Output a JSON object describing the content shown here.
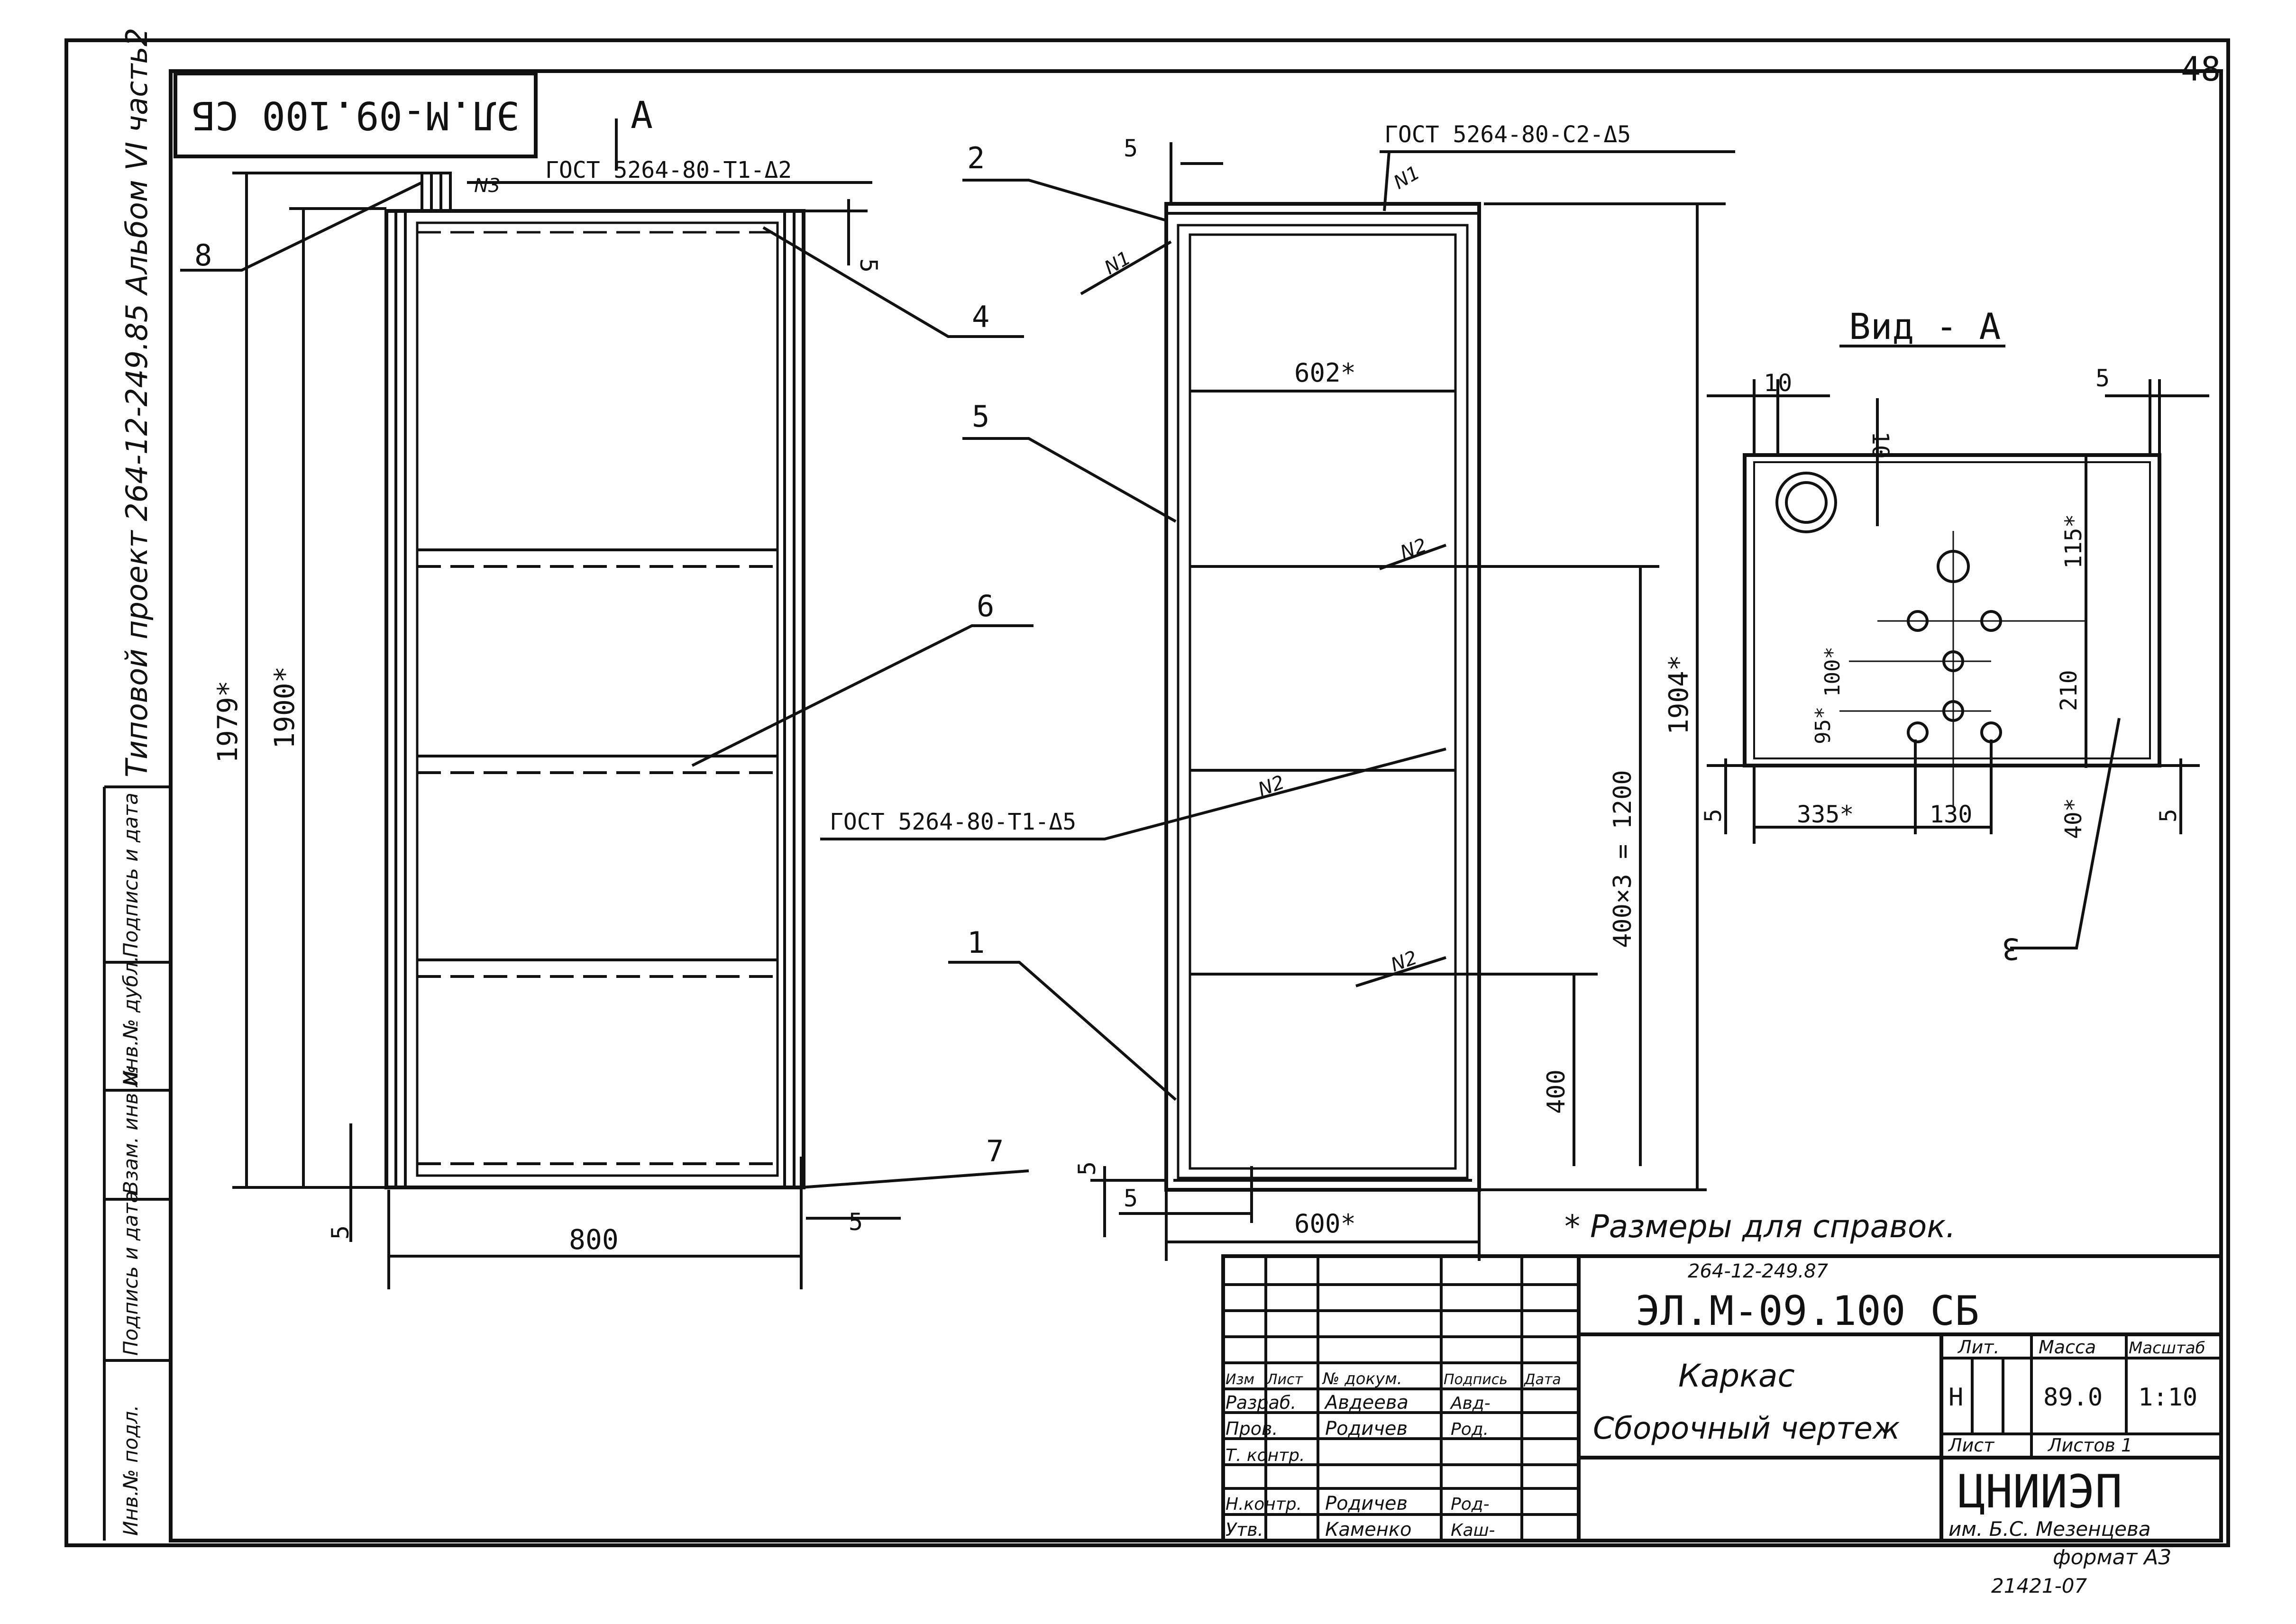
{
  "sheet_number": "48",
  "format": "формат А3",
  "stamp_bottom": "21421-07",
  "note": "* Размеры для справок.",
  "side_strip": {
    "project": "Типовой проект 264-12-249.85  Альбом VI часть2",
    "fields": [
      "Подпись и дата",
      "Инв.№ дубл.",
      "Взам. инв.№",
      "Подпись и дата",
      "Инв.№ подл."
    ]
  },
  "corner_code": "ЭЛ.М-09.100 СБ",
  "front_view": {
    "view_mark": "А",
    "weld_label": "ГОСТ 5264-80-Т1-Δ2",
    "weld_number": "N3",
    "positions": [
      "8",
      "4",
      "6",
      "7"
    ],
    "dim_overall_height": "1979*",
    "dim_height": "1900*",
    "dim_width": "800",
    "dim_5_top": "5",
    "dim_5_bottom_left": "5",
    "dim_5_bottom_right": "5"
  },
  "side_view": {
    "weld_top_label": "ГОСТ 5264-80-С2-Δ5",
    "weld_mid_label": "ГОСТ 5264-80-Т1-Δ5",
    "positions": [
      "2",
      "5",
      "1"
    ],
    "weld_marks": [
      "N1",
      "N1",
      "N2",
      "N2",
      "N2"
    ],
    "dim_inner_width": "602*",
    "dim_height": "1904*",
    "dim_pitch": "400×3 = 1200",
    "dim_400": "400",
    "dim_5_top": "5",
    "dim_5_bottom": "5",
    "dim_5_left": "5",
    "dim_width": "600*"
  },
  "view_a": {
    "title": "Вид - А",
    "position": "3",
    "dims": [
      "10",
      "10",
      "5",
      "115*",
      "100*",
      "95*",
      "210",
      "5",
      "335*",
      "130",
      "40*",
      "5"
    ]
  },
  "title_block": {
    "doc_number_small": "264-12-249.87",
    "doc_code": "ЭЛ.М-09.100 СБ",
    "title_line1": "Каркас",
    "title_line2": "Сборочный чертеж",
    "header_cols": [
      "Изм",
      "Лист",
      "№ докум.",
      "Подпись",
      "Дата"
    ],
    "roles": [
      {
        "role": "Разраб.",
        "name": "Авдеева",
        "sign": "Авд-"
      },
      {
        "role": "Пров.",
        "name": "Родичев",
        "sign": "Род."
      },
      {
        "role": "Т. контр.",
        "name": "",
        "sign": ""
      },
      {
        "role": "",
        "name": "",
        "sign": ""
      },
      {
        "role": "Н.контр.",
        "name": "Родичев",
        "sign": "Род-"
      },
      {
        "role": "Утв.",
        "name": "Каменко",
        "sign": "Каш-"
      }
    ],
    "lit_label": "Лит.",
    "mass_label": "Масса",
    "scale_label": "Масштаб",
    "lit_value": "Н",
    "mass_value": "89.0",
    "scale_value": "1:10",
    "sheet_label": "Лист",
    "sheets_label": "Листов 1",
    "org": "ЦНИИЭП",
    "org_sub": "им. Б.С. Мезенцева"
  }
}
